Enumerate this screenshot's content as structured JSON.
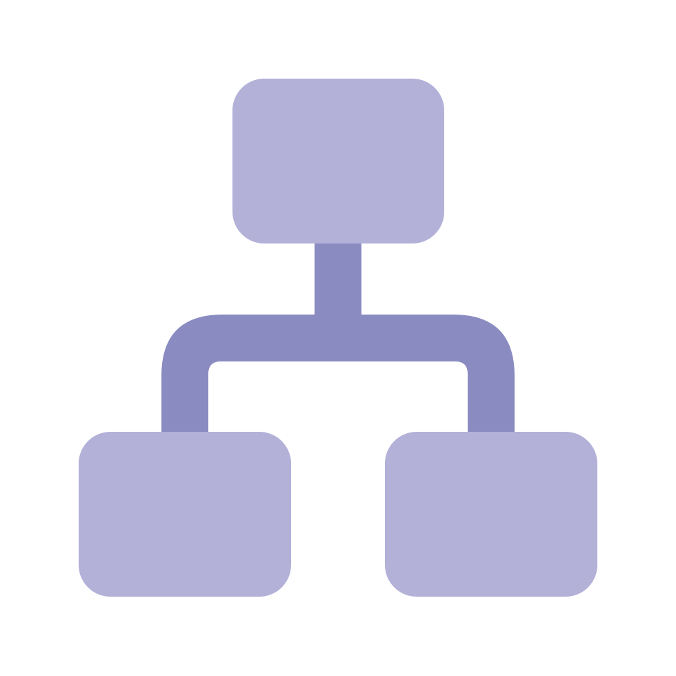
{
  "icon": {
    "name": "hierarchy-structure-icon",
    "node_color": "#b3b1d8",
    "connector_color": "#8a8bc1",
    "background_color": "#ffffff",
    "nodes": [
      "top-node",
      "bottom-left-node",
      "bottom-right-node"
    ]
  }
}
